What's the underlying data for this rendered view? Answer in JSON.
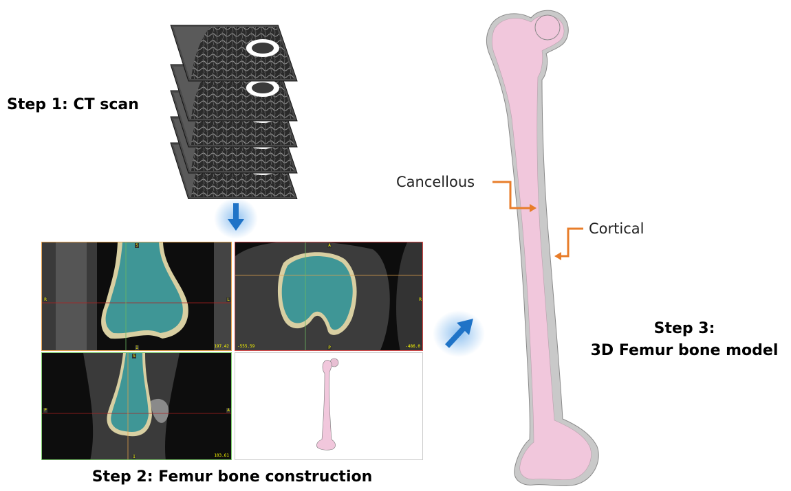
{
  "labels": {
    "step1": "Step 1: CT scan",
    "step2": "Step 2: Femur bone construction",
    "step3_line1": "Step 3:",
    "step3_line2": "3D Femur bone model",
    "cancellous": "Cancellous",
    "cortical": "Cortical"
  },
  "viewer": {
    "coronal_readout": "197.42",
    "axial_readout_left": "-555.59",
    "axial_readout_right": "-486.0",
    "sagittal_readout": "103.61",
    "markers": {
      "coronal_top": "S",
      "coronal_bottom": "I",
      "coronal_left": "R",
      "coronal_right": "L",
      "axial_top": "A",
      "axial_bottom": "P",
      "axial_right": "R",
      "sagittal_top": "S",
      "sagittal_bottom": "I",
      "sagittal_left": "P",
      "sagittal_right": "A"
    }
  },
  "colors": {
    "arrow_blue": "#1f73c7",
    "arrow_glow": "#7fb8ee",
    "callout_orange": "#e87d2a",
    "segmentation_teal": "#2f8f95",
    "segmentation_outline": "#e6dcae",
    "bone_pink": "#f1c7dc",
    "cortical_gray": "#c9c9c9",
    "coronal_border": "#e6a24c",
    "axial_border": "#d64a4a",
    "sagittal_border": "#7ccb6b"
  }
}
